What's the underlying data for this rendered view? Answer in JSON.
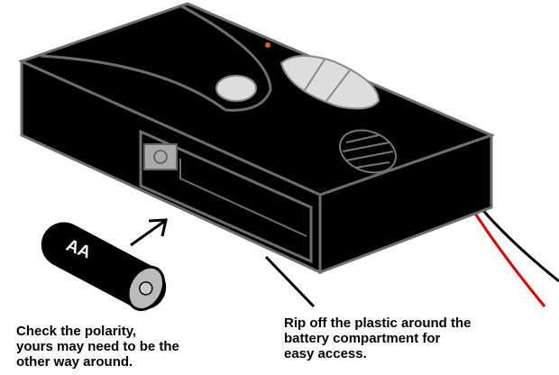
{
  "battery": {
    "label": "AA"
  },
  "captions": {
    "polarity": "Check the polarity,\nyours may need to be the\nother way around.",
    "plastic": "Rip off the plastic around the\nbattery compartment for\neasy access."
  },
  "colors": {
    "body": "#000000",
    "edge": "#6e6e6e",
    "wire_red": "#e00000",
    "led": "#e06020"
  }
}
